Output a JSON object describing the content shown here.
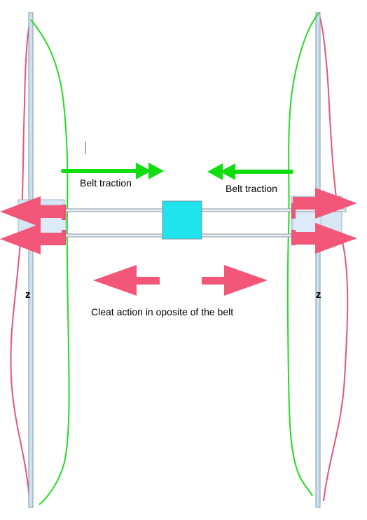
{
  "labels": {
    "belt_traction_left": "Belt traction",
    "belt_traction_right": "Belt traction",
    "z_left": "z",
    "z_right": "z",
    "cleat_action": "Cleat action in oposite of the belt"
  },
  "colors": {
    "belt_line": "#22dd22",
    "traction_arrow": "#11dd11",
    "cleat_arrow": "#f2577a",
    "outline_red": "#e8547a",
    "rail_fill": "#cfe0ef",
    "rail_stroke": "#7f93a6",
    "block": "#1fe4ee",
    "side_block": "#d6e6f5"
  },
  "icons": {
    "traction": "arrow-right-double",
    "cleat": "block-arrow"
  }
}
